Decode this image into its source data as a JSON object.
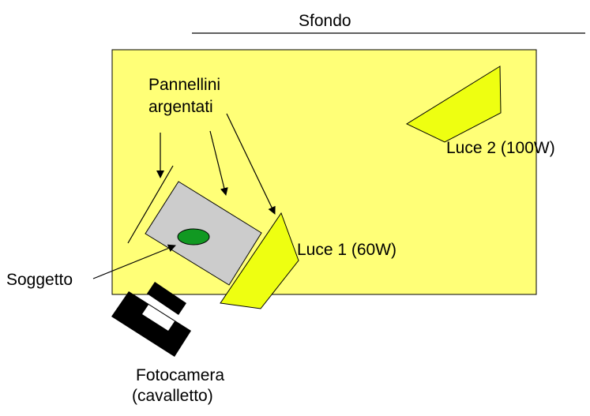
{
  "labels": {
    "background": "Sfondo",
    "panels_line1": "Pannellini",
    "panels_line2": "argentati",
    "light2": "Luce 2 (100W)",
    "light1": "Luce 1 (60W)",
    "subject": "Soggetto",
    "camera_line1": "Fotocamera",
    "camera_line2": "(cavalletto)"
  },
  "colors": {
    "background_area": "#ffff77",
    "light": "#eeff11",
    "table": "#cccccc",
    "subject": "#119922",
    "camera": "#000000",
    "line": "#000000",
    "text": "#000000"
  },
  "icons": {
    "camera": "camera-icon",
    "light": "light-panel-icon"
  }
}
